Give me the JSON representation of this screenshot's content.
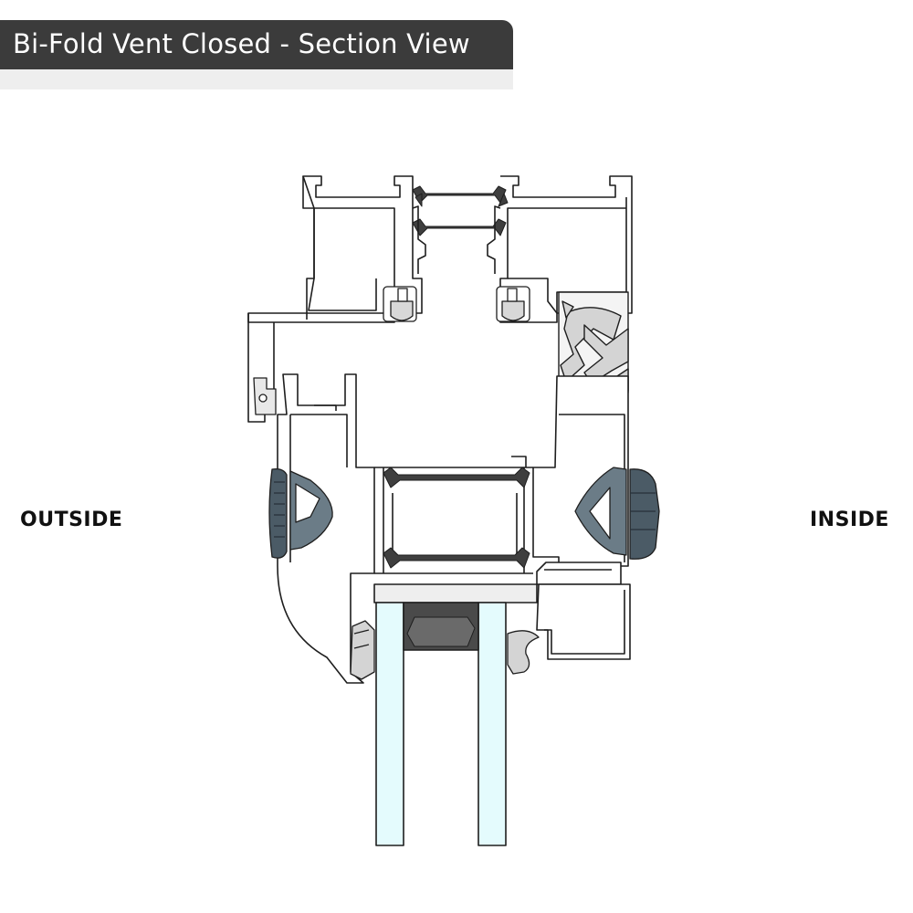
{
  "header": {
    "title": "Bi-Fold Vent Closed - Section View"
  },
  "labels": {
    "outside": "OUTSIDE",
    "inside": "INSIDE"
  },
  "colors": {
    "title_bar": "#3b3b3b",
    "profile_stroke": "#1e1e1e",
    "thermal_break": "#3f3f3f",
    "gasket": "#4b5b66",
    "glass": "#e4fbfd",
    "spacer": "#4a4a4a",
    "insulator": "#d4d4d4"
  }
}
